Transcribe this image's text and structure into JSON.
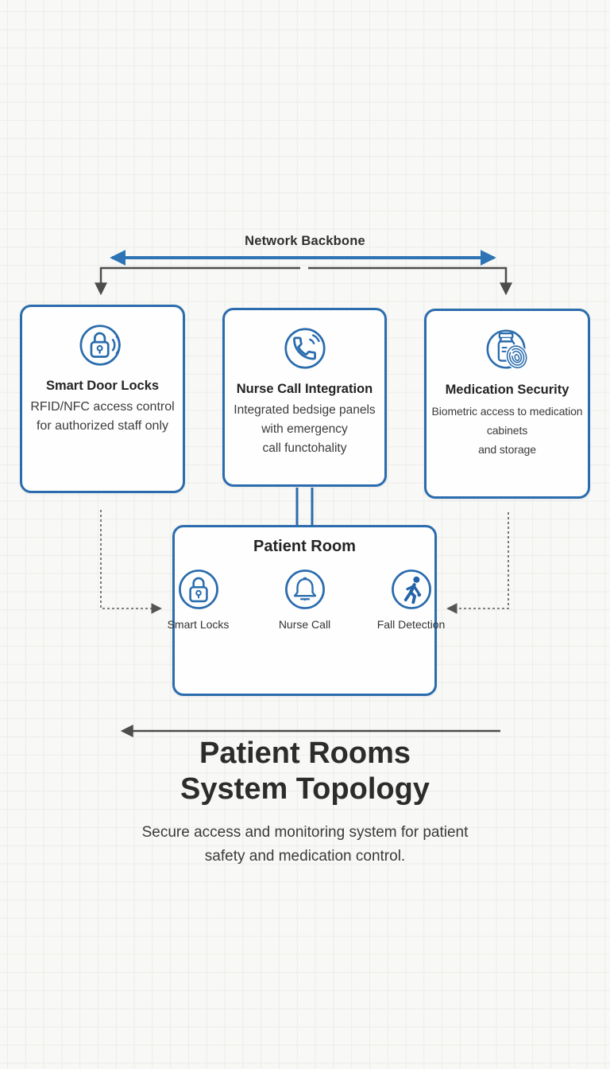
{
  "colors": {
    "accent_blue": "#2b6cad",
    "backbone_arrow_blue": "#2e74b5",
    "connector_gray": "#4f4f4f",
    "text_dark": "#2c2c2c",
    "page_background": "#f8f8f6",
    "grid_line": "#ecece9",
    "box_background": "#fefefe"
  },
  "backbone": {
    "label": "Network Backbone",
    "arrow_icon": "double-headed-arrow-icon"
  },
  "nodes": [
    {
      "title": "Smart Door Locks",
      "icon": "smart-lock-wireless-icon",
      "lines": [
        "RFID/NFC access control",
        "for authorized staff only"
      ]
    },
    {
      "title": "Nurse Call Integration",
      "icon": "phone-signal-icon",
      "lines": [
        "Integrated bedsige panels",
        "with emergency",
        "call functohality"
      ]
    },
    {
      "title": "Medication Security",
      "icon": "medicine-bottle-fingerprint-icon",
      "lines": [
        "Biometric access to medication",
        "cabinets",
        "and storage"
      ]
    }
  ],
  "patient_room": {
    "title": "Patient Room",
    "devices": [
      {
        "label": "Smart Locks",
        "icon": "padlock-icon"
      },
      {
        "label": "Nurse Call",
        "icon": "bell-icon"
      },
      {
        "label": "Fall Detection",
        "icon": "fall-detection-icon"
      }
    ]
  },
  "footer": {
    "title_line1": "Patient Rooms",
    "title_line2": "System Topology",
    "subtitle_line1": "Secure access and monitoring system for patient",
    "subtitle_line2": "safety and medication control."
  }
}
